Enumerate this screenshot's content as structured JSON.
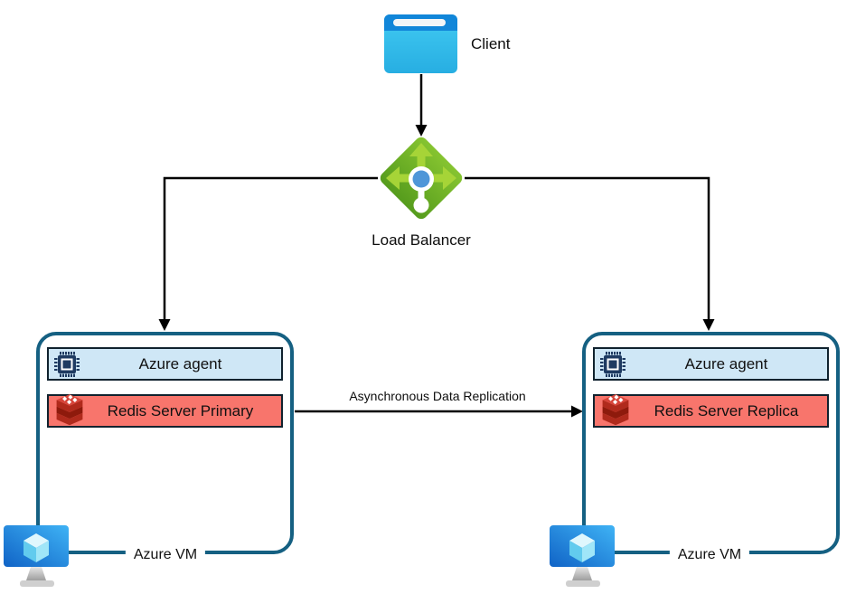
{
  "client": {
    "label": "Client"
  },
  "load_balancer": {
    "label": "Load Balancer"
  },
  "replication": {
    "label": "Asynchronous Data Replication"
  },
  "left_vm": {
    "agent_label": "Azure agent",
    "redis_label": "Redis Server Primary",
    "vm_label": "Azure VM"
  },
  "right_vm": {
    "agent_label": "Azure agent",
    "redis_label": "Redis Server Replica",
    "vm_label": "Azure VM"
  },
  "icons": {
    "client": "browser-window-icon",
    "load_balancer": "load-balancer-icon",
    "agent": "cpu-chip-icon",
    "redis": "redis-database-icon",
    "vm": "azure-vm-monitor-icon"
  },
  "colors": {
    "box_border_teal": "#156082",
    "agent_bar_fill": "#cfe7f6",
    "redis_bar_fill": "#f8756c",
    "bar_border": "#10222e",
    "connector_black": "#000000",
    "lb_green_dark": "#569c1d",
    "lb_green_light": "#86c430",
    "lb_arrow_green": "#a6d437",
    "lb_center_blue": "#4f96d8",
    "client_header_blue": "#1186d9",
    "client_body_cyan": "#2fbdea",
    "chip_navy": "#1e3a61",
    "redis_red": "#b02a1c",
    "vm_screen_blue": "#2388e0"
  }
}
